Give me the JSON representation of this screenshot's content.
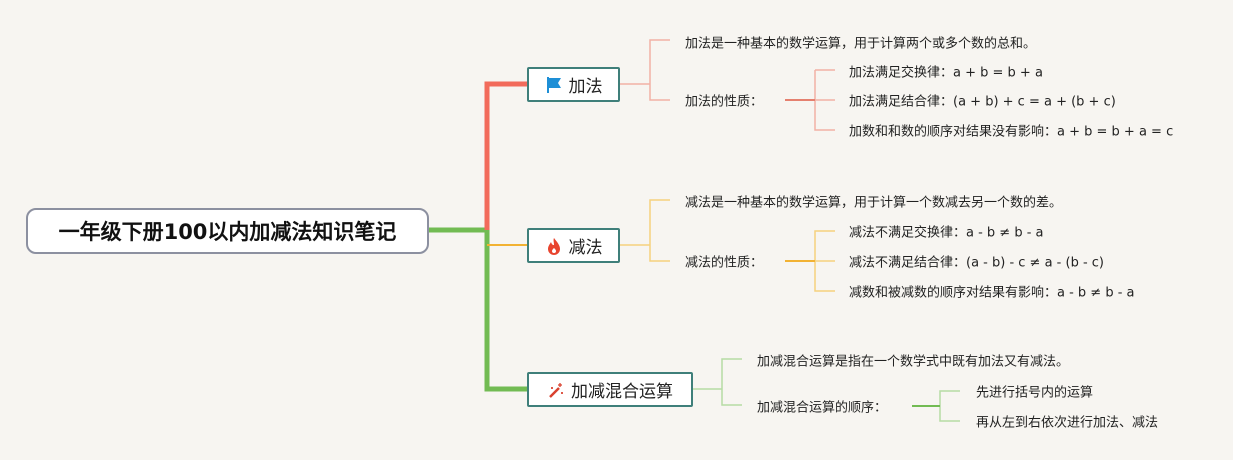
{
  "root": {
    "title": "一年级下册100以内加减法知识笔记"
  },
  "branches": [
    {
      "label": "加法",
      "icon": "flag-icon",
      "color": "#f26b5b",
      "items": [
        "加法是一种基本的数学运算，用于计算两个或多个数的总和。",
        "加法的性质："
      ],
      "sub": [
        "加法满足交换律：a + b = b + a",
        "加法满足结合律：(a + b) + c = a + (b + c)",
        "加数和和数的顺序对结果没有影响：a + b = b + a = c"
      ]
    },
    {
      "label": "减法",
      "icon": "fire-icon",
      "color": "#f2b233",
      "items": [
        "减法是一种基本的数学运算，用于计算一个数减去另一个数的差。",
        "减法的性质："
      ],
      "sub": [
        "减法不满足交换律：a - b ≠ b - a",
        "减法不满足结合律：(a - b) - c ≠ a - (b - c)",
        "减数和被减数的顺序对结果有影响：a - b ≠ b - a"
      ]
    },
    {
      "label": "加减混合运算",
      "icon": "magic-wand-icon",
      "color": "#72bb53",
      "items": [
        "加减混合运算是指在一个数学式中既有加法又有减法。",
        "加减混合运算的顺序："
      ],
      "sub": [
        "先进行括号内的运算",
        "再从左到右依次进行加法、减法"
      ]
    }
  ]
}
